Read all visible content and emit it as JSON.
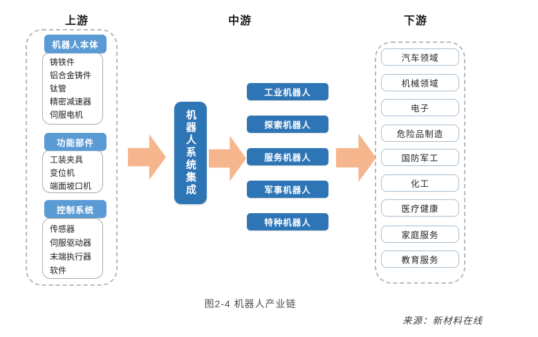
{
  "headers": {
    "upstream": "上游",
    "midstream": "中游",
    "downstream": "下游"
  },
  "upstream": {
    "groups": [
      {
        "title": "机器人本体",
        "items": [
          "铸铁件",
          "铝合金铸件",
          "钛管",
          "精密减速器",
          "伺服电机"
        ]
      },
      {
        "title": "功能部件",
        "items": [
          "工装夹具",
          "变位机",
          "端面坡口机"
        ]
      },
      {
        "title": "控制系统",
        "items": [
          "传感器",
          "伺服驱动器",
          "末端执行器",
          "软件"
        ]
      }
    ]
  },
  "midstream": {
    "integration_label": "机器人系统集成",
    "robot_types": [
      "工业机器人",
      "探索机器人",
      "服务机器人",
      "军事机器人",
      "特种机器人"
    ]
  },
  "downstream": {
    "fields": [
      "汽车领域",
      "机械领域",
      "电子",
      "危险品制造",
      "国防军工",
      "化工",
      "医疗健康",
      "家庭服务",
      "教育服务"
    ]
  },
  "caption": "图2-4 机器人产业链",
  "source": "来源：新材料在线",
  "colors": {
    "dark_blue": "#2e75b6",
    "light_blue": "#5b9bd5",
    "arrow_orange": "#f5b58d",
    "field_border": "#a7bccd"
  }
}
